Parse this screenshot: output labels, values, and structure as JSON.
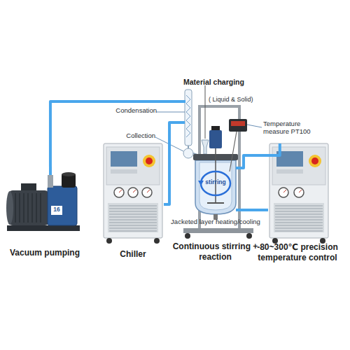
{
  "diagram": {
    "nodes": [
      {
        "text": [
          "Vacuum pumping"
        ]
      },
      {
        "text": [
          "Chiller"
        ]
      },
      {
        "text": [
          "Continuous stirring + reaction"
        ]
      },
      {
        "text": [
          "-80~300℃ precision temperature control"
        ]
      }
    ],
    "edges": [
      {
        "from": 0,
        "to": 2,
        "arrow": "none"
      },
      {
        "from": 1,
        "to": 2,
        "arrow": "none"
      },
      {
        "from": 3,
        "to": 2,
        "arrow": "none"
      },
      {
        "from": 3,
        "to": 2,
        "arrow": "none"
      }
    ],
    "labels": [
      "Material charging",
      "( Liquid & Solid)",
      "Condensation",
      "Collection",
      "Temperature measure PT100",
      "stirring",
      "Jacketed layer heating/cooling",
      "16"
    ]
  }
}
